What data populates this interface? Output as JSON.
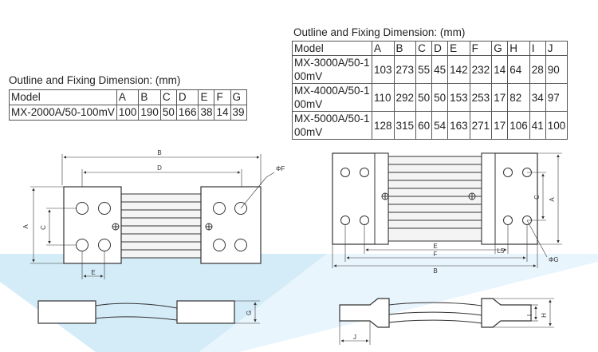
{
  "table_small": {
    "caption": "Outline and Fixing Dimension: (mm)",
    "headers": [
      "Model",
      "A",
      "B",
      "C",
      "D",
      "E",
      "F",
      "G"
    ],
    "rows": [
      [
        "MX-2000A/50-100mV",
        "100",
        "190",
        "50",
        "166",
        "38",
        "14",
        "39"
      ]
    ]
  },
  "table_large": {
    "caption": "Outline and Fixing Dimension: (mm)",
    "headers": [
      "Model",
      "A",
      "B",
      "C",
      "D",
      "E",
      "F",
      "G",
      "H",
      "I",
      "J"
    ],
    "rows": [
      [
        "MX-3000A/50-100mV",
        "103",
        "273",
        "55",
        "45",
        "142",
        "232",
        "14",
        "64",
        "28",
        "90"
      ],
      [
        "MX-4000A/50-100mV",
        "110",
        "292",
        "50",
        "50",
        "153",
        "253",
        "17",
        "82",
        "34",
        "97"
      ],
      [
        "MX-5000A/50-100mV",
        "128",
        "315",
        "60",
        "54",
        "163",
        "271",
        "17",
        "106",
        "41",
        "100"
      ]
    ]
  },
  "drawing_left": {
    "labels": {
      "a": "A",
      "b": "B",
      "c": "C",
      "d": "D",
      "e": "E",
      "f": "ΦF",
      "g": "G"
    }
  },
  "drawing_right": {
    "labels": {
      "a": "A",
      "b": "B",
      "c": "C",
      "e": "E",
      "f": "F",
      "l5": "L5",
      "g": "ΦG",
      "h": "H",
      "i": "I",
      "j": "J"
    }
  },
  "colors": {
    "line": "#333333",
    "watermark": "#bfe3f5"
  }
}
